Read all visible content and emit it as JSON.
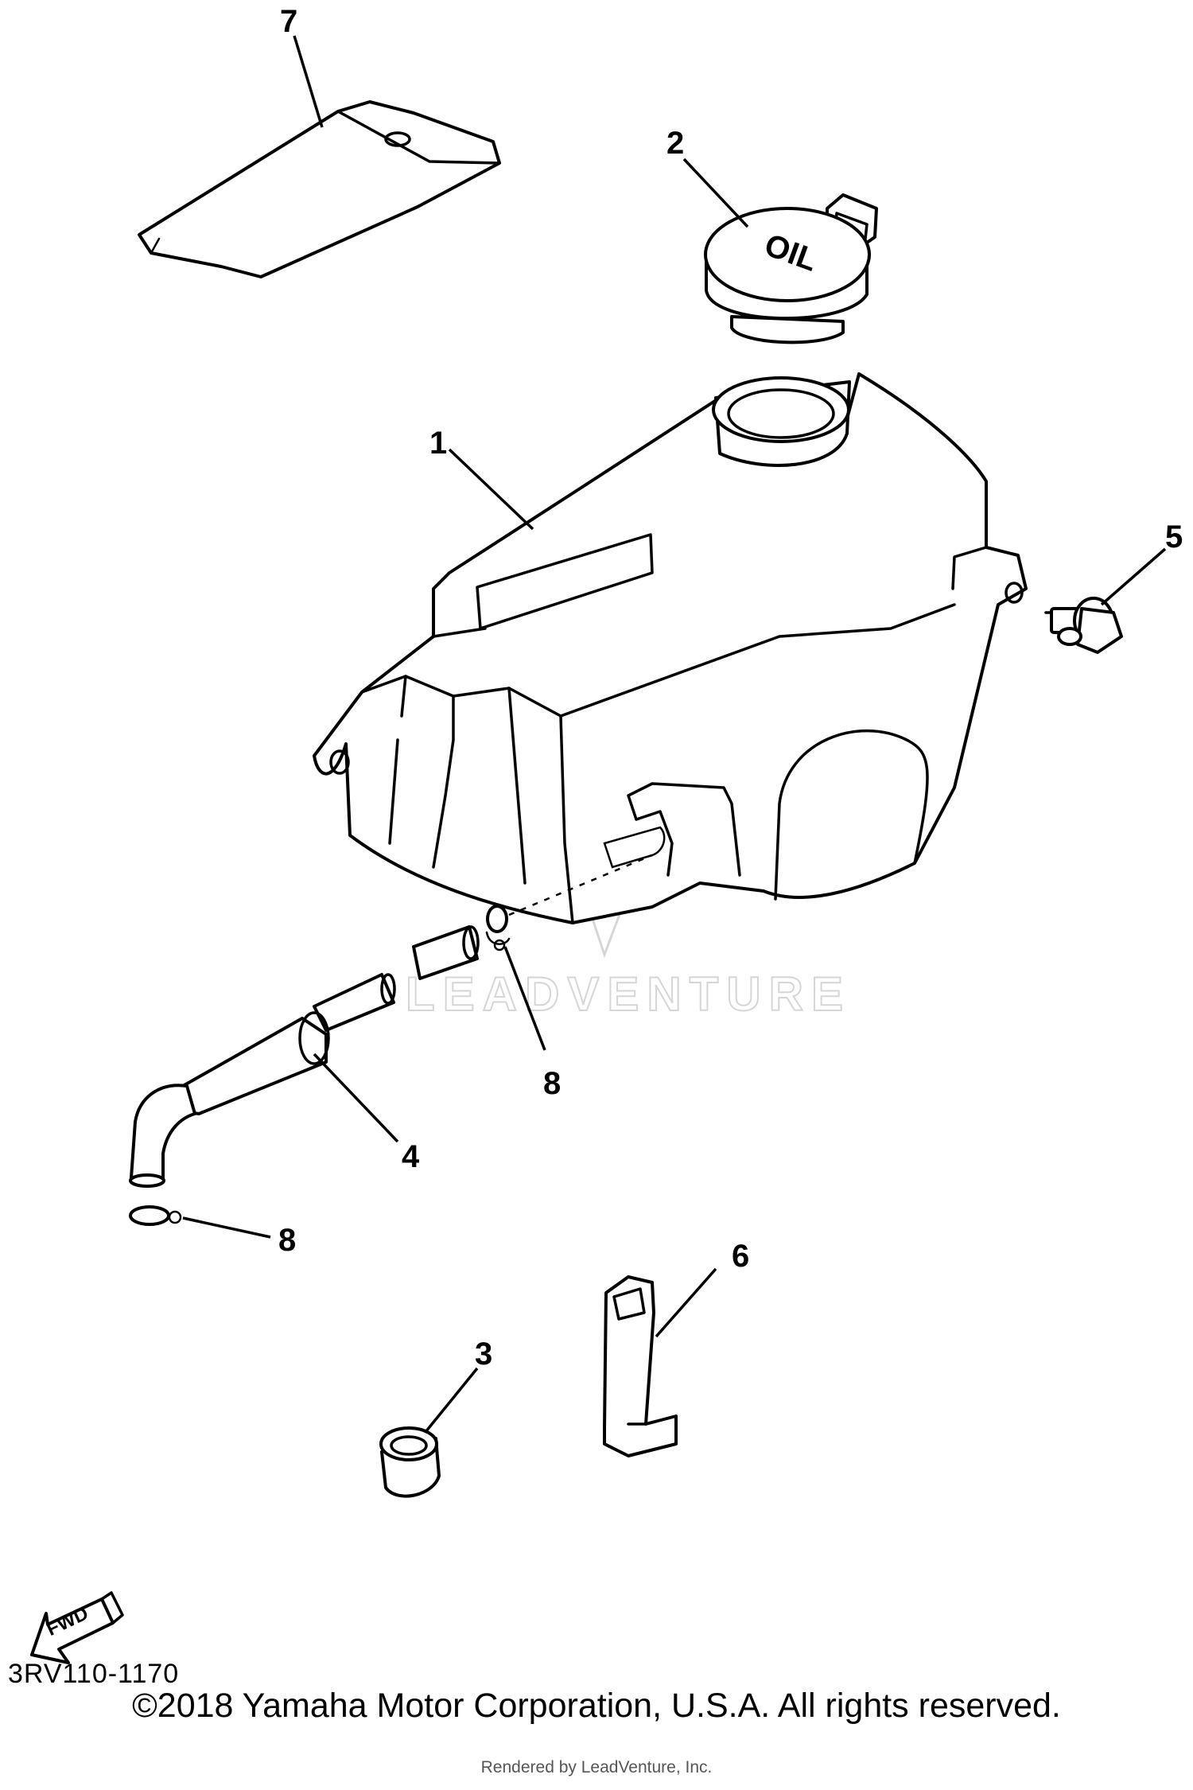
{
  "watermark": {
    "text": "LEADVENTURE"
  },
  "fwd_label": "FWD",
  "callouts": [
    {
      "id": "part-1",
      "label": "1"
    },
    {
      "id": "part-2",
      "label": "2"
    },
    {
      "id": "part-3",
      "label": "3"
    },
    {
      "id": "part-4",
      "label": "4"
    },
    {
      "id": "part-5",
      "label": "5"
    },
    {
      "id": "part-6",
      "label": "6"
    },
    {
      "id": "part-7",
      "label": "7"
    },
    {
      "id": "part-8-upper",
      "label": "8"
    },
    {
      "id": "part-8-lower",
      "label": "8"
    }
  ],
  "cap_marking": "OIL",
  "diagram_code": "3RV110-1170",
  "copyright": "©2018 Yamaha Motor Corporation, U.S.A. All rights reserved.",
  "rendered_by": "Rendered by LeadVenture, Inc."
}
